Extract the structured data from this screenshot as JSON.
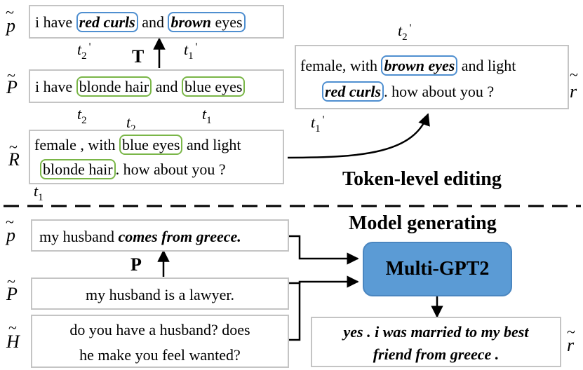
{
  "top": {
    "p_tilde": {
      "var": "p",
      "parts": {
        "pre": "i have ",
        "h1": "red curls",
        "mid": " and ",
        "h2": "brown",
        "post": " eyes"
      }
    },
    "P_tilde": {
      "var": "P",
      "parts": {
        "pre": "i have ",
        "h1": "blonde hair",
        "mid": " and ",
        "h2": "blue eyes"
      }
    },
    "R_tilde": {
      "var": "R",
      "line1": {
        "pre": "female , with ",
        "h1": "blue eyes",
        "post": " and light"
      },
      "line2": {
        "h1": "blonde hair",
        "post": ". how about you ?"
      }
    },
    "r_tilde": {
      "var": "r",
      "line1": {
        "pre": "female,  with ",
        "h1": "brown eyes",
        "post": " and light"
      },
      "line2": {
        "h1": "red curls",
        "post": ". how about you ?"
      }
    },
    "operator_T": "T",
    "token_labels": {
      "t": "t",
      "s1": "1",
      "s2": "2",
      "prime": "'"
    },
    "section_title": "Token-level editing"
  },
  "bottom": {
    "section_title": "Model generating",
    "p_tilde": {
      "var": "p",
      "pre": "my husband ",
      "bi": "comes from greece."
    },
    "operator_P": "P",
    "P_tilde": {
      "var": "P",
      "text": "my husband is a lawyer."
    },
    "H_tilde": {
      "var": "H",
      "line1": "do you have a husband? does",
      "line2": "he make you feel wanted?"
    },
    "model": "Multi-GPT2",
    "r_tilde": {
      "var": "r",
      "line1": "yes . i was married to my best",
      "line2": "friend from greece ."
    }
  },
  "colors": {
    "box_border": "#c4c4c4",
    "highlight_blue": "#4f8fd0",
    "highlight_green": "#7ab648",
    "model_fill": "#5b9bd5"
  }
}
